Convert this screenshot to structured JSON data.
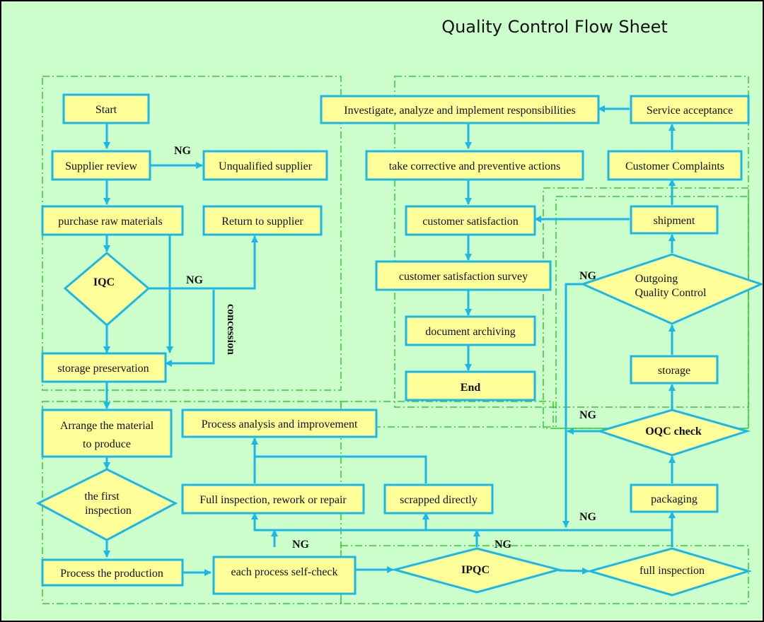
{
  "title": "Quality Control Flow Sheet",
  "nodes": {
    "start": "Start",
    "supplier_review": "Supplier review",
    "unqualified_supplier": "Unqualified supplier",
    "purchase_raw": "purchase raw materials",
    "return_supplier": "Return to supplier",
    "iqc": "IQC",
    "storage_preservation": "storage preservation",
    "arrange_line1": "Arrange the material",
    "arrange_line2": "to produce",
    "first_inspection_line1": "the first",
    "first_inspection_line2": "inspection",
    "process_production": "Process the production",
    "self_check": "each process self-check",
    "ipqc": "IPQC",
    "full_inspection": "full inspection",
    "full_inspection_rework": "Full inspection, rework or repair",
    "scrapped": "scrapped directly",
    "process_analysis": "Process analysis and improvement",
    "packaging": "packaging",
    "oqc_check": "OQC check",
    "storage": "storage",
    "outgoing_line1": "Outgoing",
    "outgoing_line2": "Quality Control",
    "shipment": "shipment",
    "customer_complaints": "Customer Complaints",
    "service_acceptance": "Service acceptance",
    "investigate": "Investigate, analyze and implement responsibilities",
    "corrective": "take corrective and preventive actions",
    "customer_satisfaction": "customer satisfaction",
    "satisfaction_survey": "customer satisfaction survey",
    "document_archiving": "document archiving",
    "end": "End"
  },
  "labels": {
    "ng": "NG",
    "concession": "concession"
  },
  "colors": {
    "background": "#ccffcc",
    "box_fill": "#ffff99",
    "arrow": "#1ab8e8",
    "region_border": "#33cc33"
  }
}
